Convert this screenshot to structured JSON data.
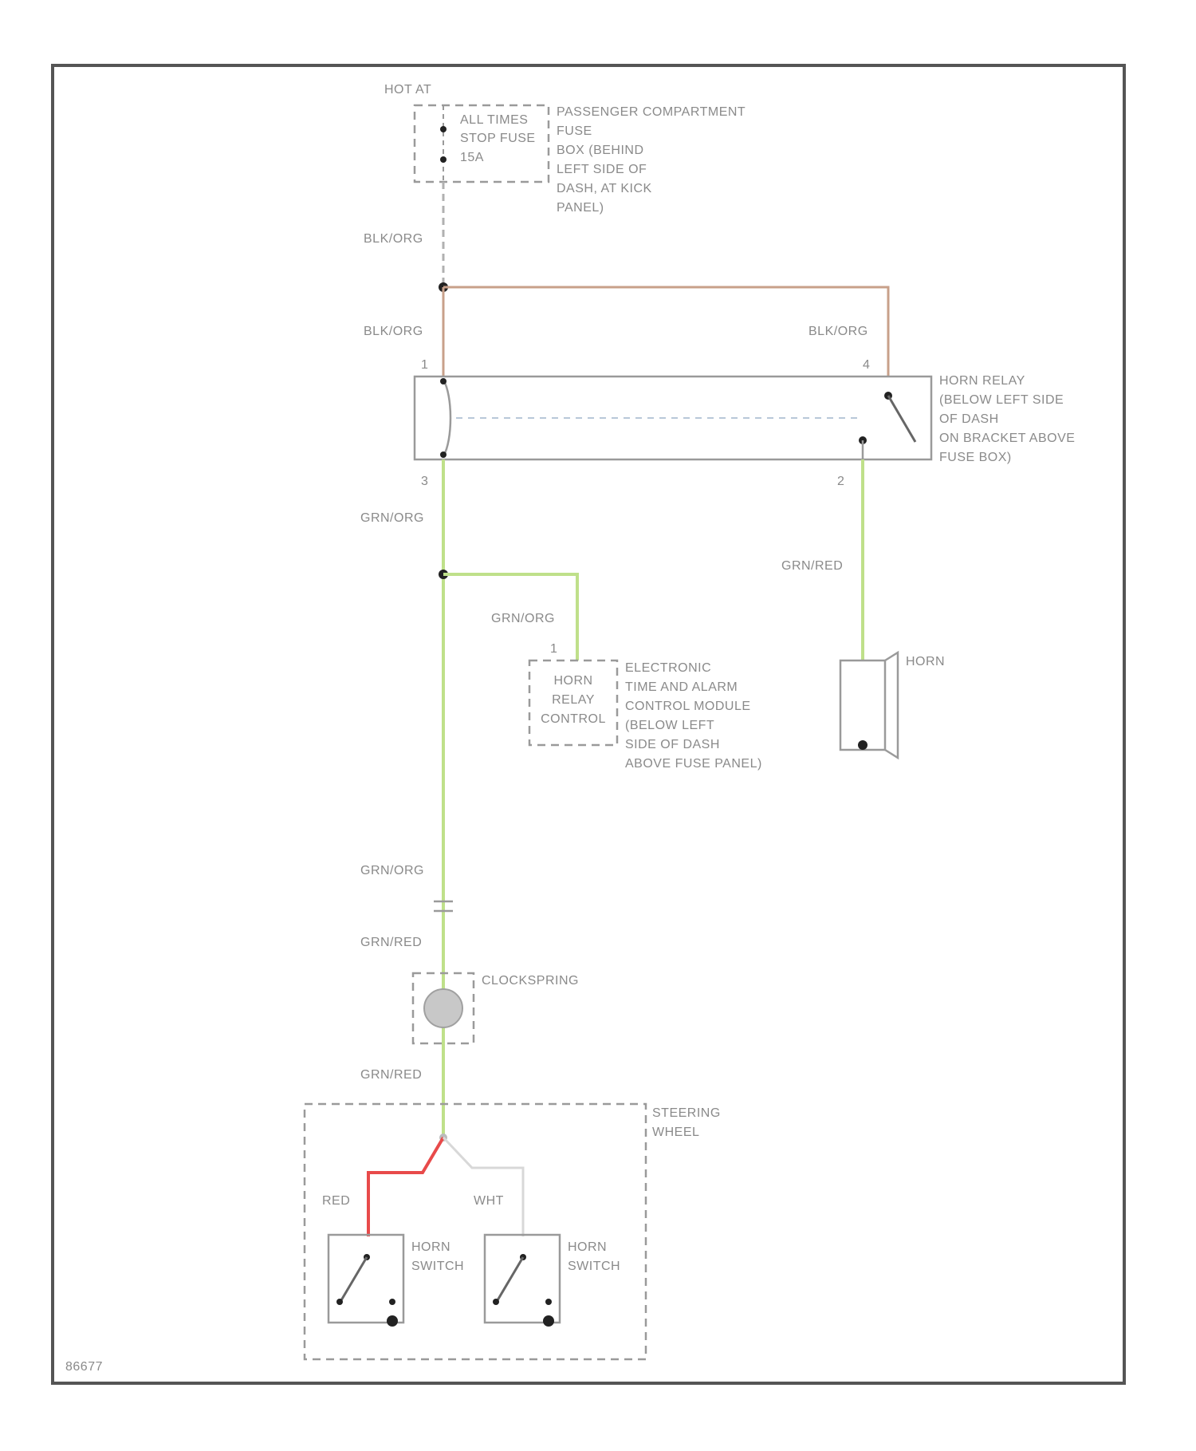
{
  "colors": {
    "blk_org_wire": "#c8a08a",
    "grn_wire": "#bfe08a",
    "red_wire": "#e84a4a",
    "wht_wire": "#d8d8d8",
    "frame": "#555555",
    "component_outline": "#9a9a9a",
    "text": "#8a8a8a"
  },
  "fuse": {
    "hot_label": "HOT AT",
    "rating_lines": [
      "ALL TIMES",
      "STOP FUSE",
      "15A"
    ],
    "location_lines": [
      "PASSENGER COMPARTMENT",
      "FUSE",
      "BOX (BEHIND",
      "LEFT SIDE OF",
      "DASH, AT KICK",
      "PANEL)"
    ]
  },
  "wire_labels": {
    "fuse_output": "BLK/ORG",
    "relay_pin1_feed": "BLK/ORG",
    "relay_pin4_feed": "BLK/ORG",
    "relay_pin3_out": "GRN/ORG",
    "relay_pin2_out": "GRN/RED",
    "module_branch": "GRN/ORG",
    "to_connector": "GRN/ORG",
    "from_connector": "GRN/RED",
    "to_steering": "GRN/RED",
    "switch_left": "RED",
    "switch_right": "WHT"
  },
  "relay": {
    "pins": {
      "top_left": "1",
      "top_right": "4",
      "bottom_left": "3",
      "bottom_right": "2"
    },
    "label_lines": [
      "HORN RELAY",
      "(BELOW LEFT SIDE",
      "OF DASH",
      "ON BRACKET ABOVE",
      "FUSE BOX)"
    ]
  },
  "module": {
    "pin": "1",
    "inner_lines": [
      "HORN",
      "RELAY",
      "CONTROL"
    ],
    "label_lines": [
      "ELECTRONIC",
      "TIME AND ALARM",
      "CONTROL MODULE",
      "(BELOW LEFT",
      "SIDE OF DASH",
      "ABOVE FUSE PANEL)"
    ]
  },
  "horn": {
    "label": "HORN"
  },
  "clockspring": {
    "label": "CLOCKSPRING"
  },
  "steering_wheel": {
    "label_lines": [
      "STEERING",
      "WHEEL"
    ]
  },
  "horn_switches": [
    {
      "label_lines": [
        "HORN",
        "SWITCH"
      ]
    },
    {
      "label_lines": [
        "HORN",
        "SWITCH"
      ]
    }
  ],
  "figure_id": "86677"
}
